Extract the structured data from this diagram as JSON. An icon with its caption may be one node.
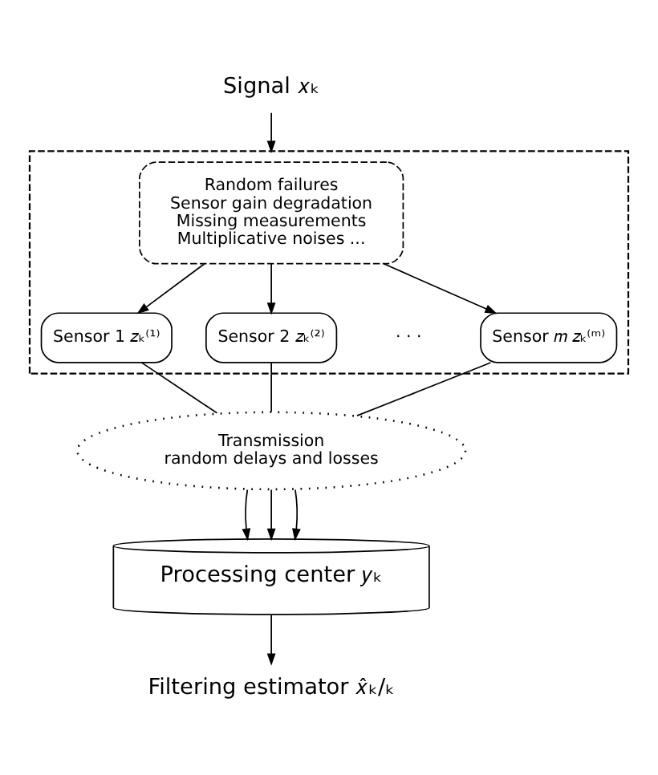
{
  "diagram": {
    "nodes": [
      {
        "text": [
          "Signal 𝑥ₖ"
        ]
      },
      {
        "text": [],
        "shape": "box"
      },
      {
        "text": [
          "Random failures",
          "Sensor gain degradation",
          "Missing measurements",
          "Multiplicative noises ..."
        ],
        "in": 1
      },
      {
        "text": [
          "Sensor 1 𝑧ₖ⁽¹⁾"
        ],
        "in": 1
      },
      {
        "text": [
          "Sensor 2 𝑧ₖ⁽²⁾"
        ],
        "in": 1
      },
      {
        "text": [
          "Sensor 𝑚 𝑧ₖ⁽ᵐ⁾"
        ],
        "in": 1
      },
      {
        "text": [
          "Transmission",
          "random delays and losses"
        ]
      },
      {
        "text": [
          "Processing center 𝑦ₖ"
        ]
      },
      {
        "text": [
          "Filtering estimator 𝑥̂ₖ/ₖ"
        ]
      }
    ],
    "edges": [
      {
        "from": 0,
        "to": 1,
        "arrow": "to"
      },
      {
        "from": 2,
        "to": 3,
        "arrow": "to"
      },
      {
        "from": 2,
        "to": 4,
        "arrow": "to"
      },
      {
        "from": 2,
        "to": 5,
        "arrow": "to"
      },
      {
        "from": 3,
        "to": 6,
        "arrow": "none"
      },
      {
        "from": 4,
        "to": 6,
        "arrow": "none"
      },
      {
        "from": 5,
        "to": 6,
        "arrow": "none"
      },
      {
        "from": 6,
        "to": 7,
        "arrow": "to"
      },
      {
        "from": 6,
        "to": 7,
        "arrow": "to"
      },
      {
        "from": 6,
        "to": 7,
        "arrow": "to"
      },
      {
        "from": 7,
        "to": 8,
        "arrow": "to"
      }
    ],
    "labels": [
      "· · ·"
    ]
  }
}
